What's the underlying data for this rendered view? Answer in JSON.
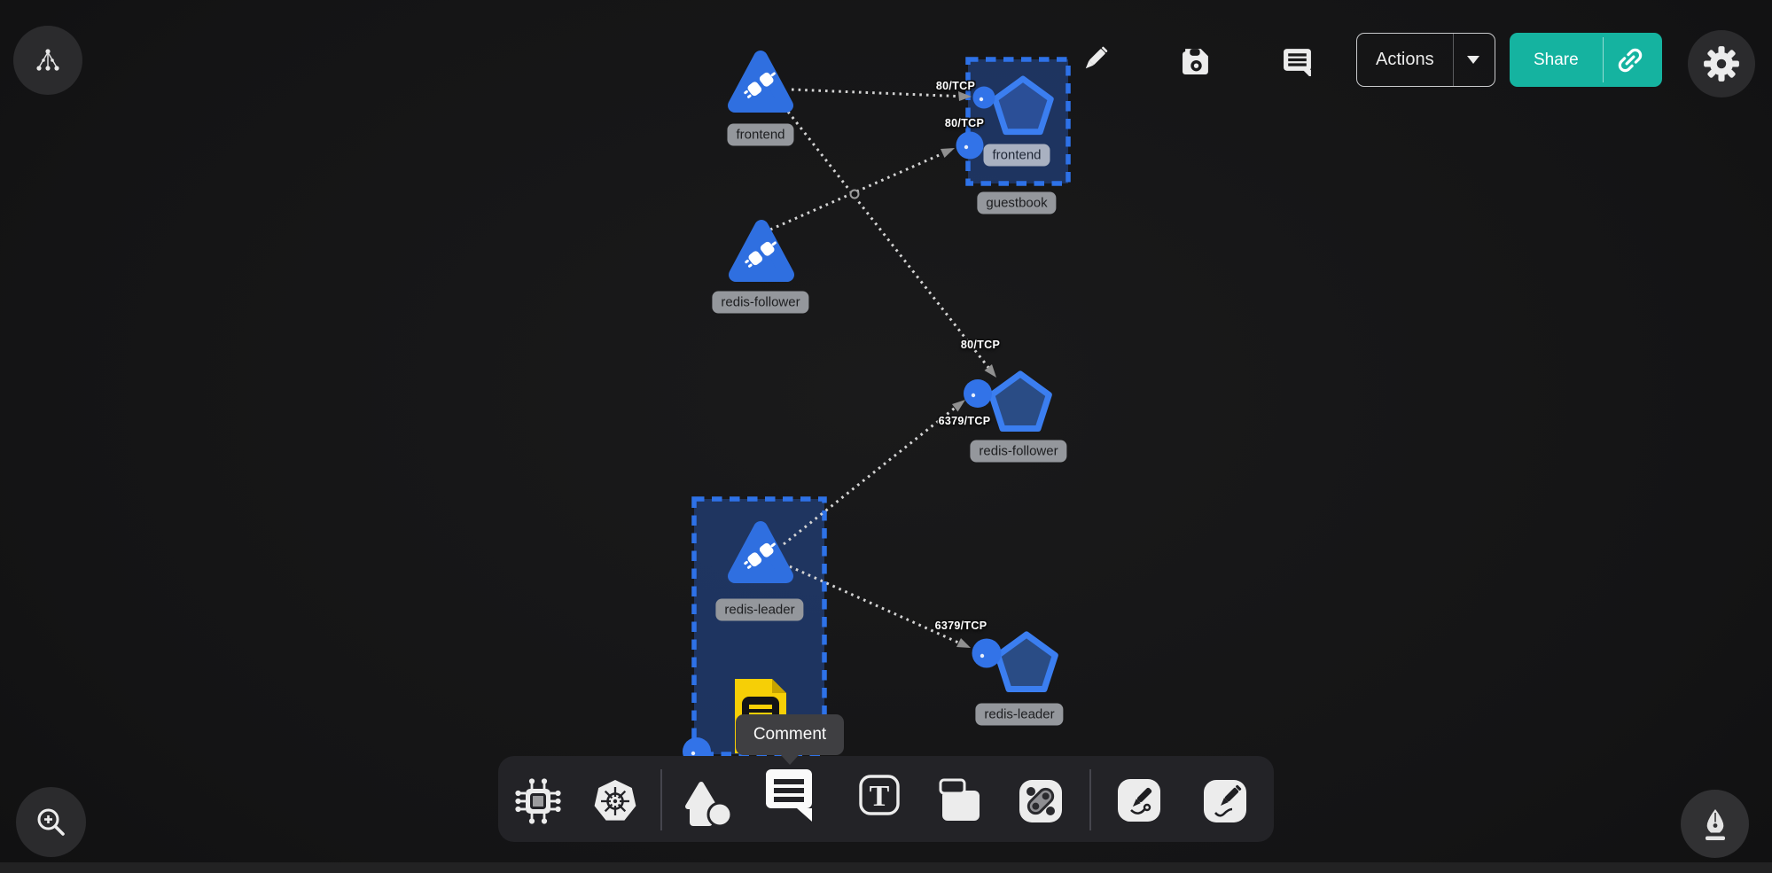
{
  "colors": {
    "canvas_bg": "#151516",
    "accent_teal": "#15b3a0",
    "node_blue": "#2f6fe0",
    "pentagon_stroke": "#3b7ef0",
    "group_fill": "#24478c",
    "node_label_bg": "#94979c",
    "note_yellow": "#f6cf06"
  },
  "topbar": {
    "actions_label": "Actions",
    "share_label": "Share"
  },
  "diagram": {
    "node_labels": {
      "frontend_deployment": "frontend",
      "guestbook_service": "frontend",
      "guestbook_group": "guestbook",
      "redis_follower_deployment": "redis-follower",
      "redis_follower_service": "redis-follower",
      "redis_leader_deployment": "redis-leader",
      "redis_leader_service": "redis-leader"
    },
    "edge_labels": [
      "80/TCP",
      "80/TCP",
      "80/TCP",
      "6379/TCP",
      "6379/TCP"
    ]
  },
  "toolbar": {
    "tooltip": "Comment",
    "text_tool_glyph": "T"
  }
}
